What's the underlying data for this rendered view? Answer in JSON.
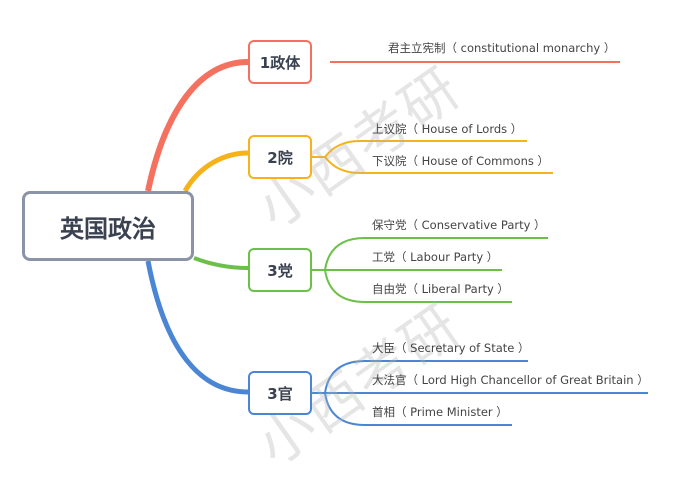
{
  "root": {
    "label": "英国政治",
    "border_color": "#8a94a6"
  },
  "branches": [
    {
      "label": "1政体",
      "color": "#f5715f",
      "children": [
        {
          "label": "君主立宪制（ constitutional monarchy ）"
        }
      ]
    },
    {
      "label": "2院",
      "color": "#f5b21a",
      "children": [
        {
          "label": "上议院（ House of Lords ）"
        },
        {
          "label": "下议院（ House of Commons ）"
        }
      ]
    },
    {
      "label": "3党",
      "color": "#6cc04a",
      "children": [
        {
          "label": "保守党（ Conservative Party ）"
        },
        {
          "label": "工党（ Labour Party ）"
        },
        {
          "label": "自由党（ Liberal Party ）"
        }
      ]
    },
    {
      "label": "3官",
      "color": "#4a86d4",
      "children": [
        {
          "label": "大臣（ Secretary of State ）"
        },
        {
          "label": "大法官（ Lord High Chancellor of Great Britain ）"
        },
        {
          "label": "首相（ Prime Minister ）"
        }
      ]
    }
  ],
  "watermark": {
    "text": "小西考研"
  }
}
